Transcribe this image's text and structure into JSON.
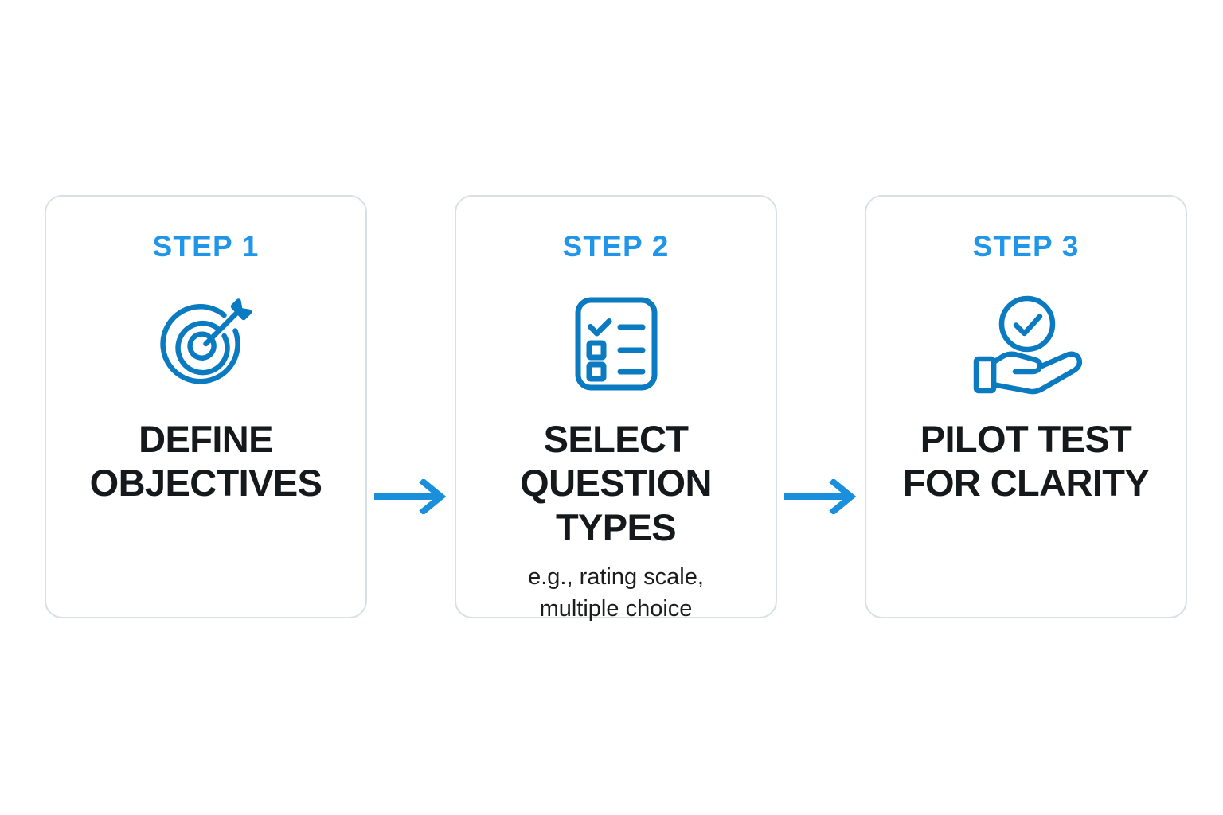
{
  "diagram": {
    "type": "process-flow",
    "orientation": "horizontal",
    "title": "",
    "background_color": "#ffffff",
    "accent_color": "#2196e8",
    "icon_color": "#0b7bc1",
    "text_color": "#15191c",
    "card_border_color": "#d8e0e5",
    "steps": [
      {
        "step_label": "STEP 1",
        "icon": "target-arrow-icon",
        "title": "DEFINE\nOBJECTIVES",
        "subtitle": ""
      },
      {
        "step_label": "STEP 2",
        "icon": "checklist-icon",
        "title": "SELECT\nQUESTION TYPES",
        "subtitle": "e.g., rating scale,\nmultiple choice"
      },
      {
        "step_label": "STEP 3",
        "icon": "hand-holding-check-icon",
        "title": "PILOT TEST\nFOR CLARITY",
        "subtitle": ""
      }
    ],
    "connectors": [
      {
        "icon": "arrow-right-icon",
        "from": "STEP 1",
        "to": "STEP 2"
      },
      {
        "icon": "arrow-right-icon",
        "from": "STEP 2",
        "to": "STEP 3"
      }
    ]
  }
}
